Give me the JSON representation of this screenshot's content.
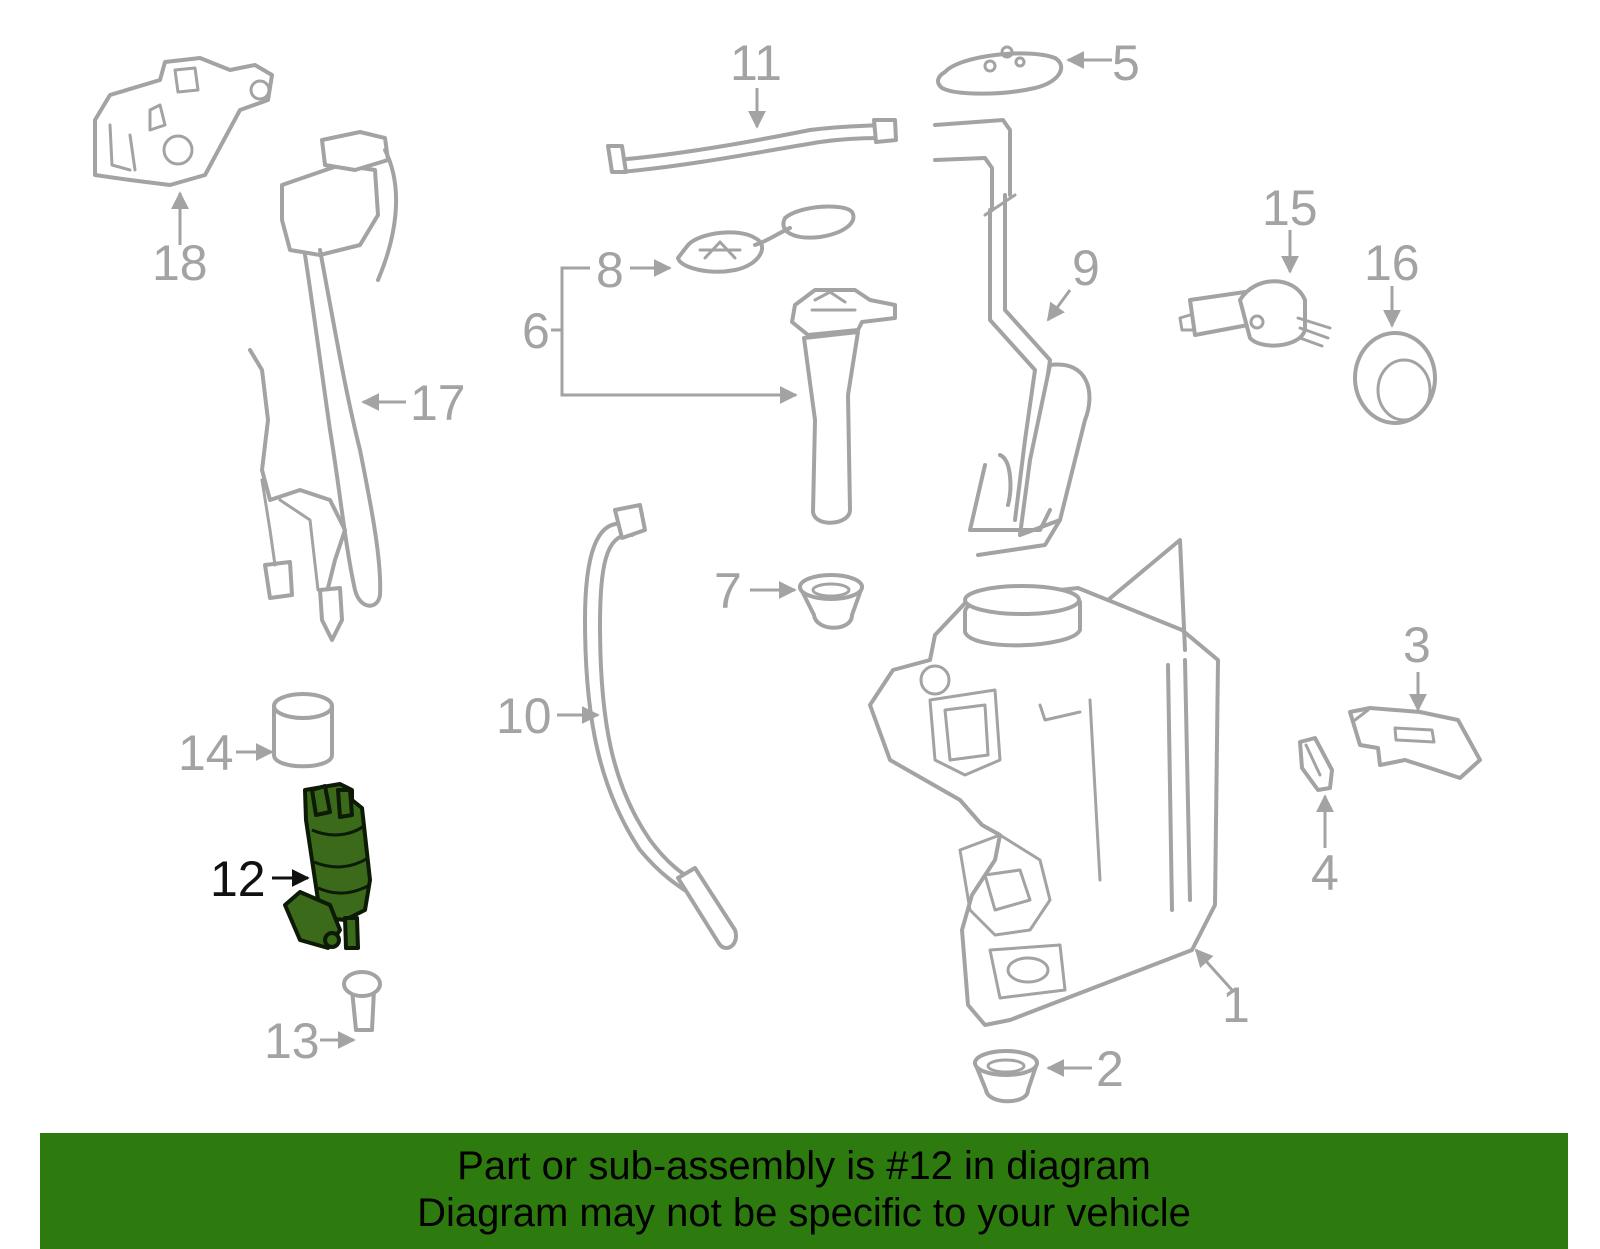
{
  "callouts": {
    "c1": "1",
    "c2": "2",
    "c3": "3",
    "c4": "4",
    "c5": "5",
    "c6": "6",
    "c7": "7",
    "c8": "8",
    "c9": "9",
    "c10": "10",
    "c11": "11",
    "c12": "12",
    "c13": "13",
    "c14": "14",
    "c15": "15",
    "c16": "16",
    "c17": "17",
    "c18": "18"
  },
  "highlighted_part": "12",
  "banner": {
    "line1": "Part or sub-assembly is #12 in diagram",
    "line2": "Diagram may not be specific to your vehicle"
  },
  "colors": {
    "part_outline": "#a3a3a3",
    "highlight_fill": "#3b6b1a",
    "banner_background": "#2d7a0f"
  }
}
